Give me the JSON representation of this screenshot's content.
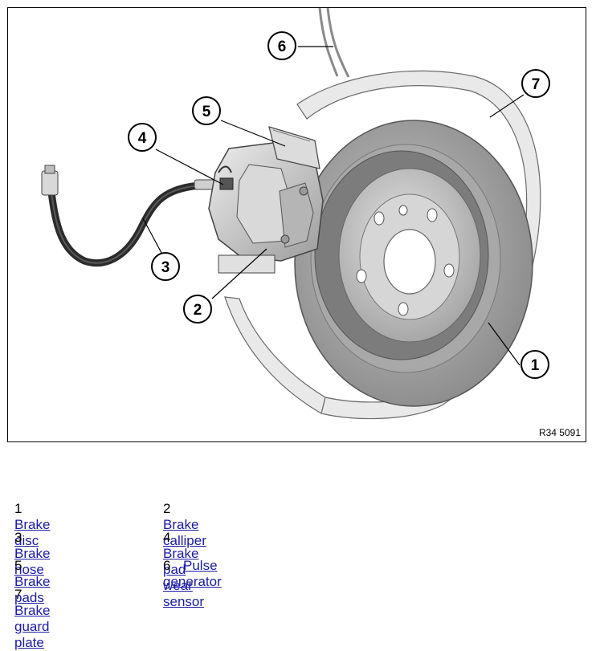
{
  "figure": {
    "code": "R34 5091",
    "callouts": [
      {
        "num": "1",
        "target": "Brake disc"
      },
      {
        "num": "2",
        "target": "Brake calliper"
      },
      {
        "num": "3",
        "target": "Brake hose"
      },
      {
        "num": "4",
        "target": "Brake pad wear sensor"
      },
      {
        "num": "5",
        "target": "Brake pads"
      },
      {
        "num": "6",
        "target": "Pulse generator"
      },
      {
        "num": "7",
        "target": "Brake guard plate"
      }
    ]
  },
  "legend": [
    {
      "num": "1",
      "label": "Brake disc"
    },
    {
      "num": "2",
      "label": "Brake calliper"
    },
    {
      "num": "3",
      "label": "Brake hose"
    },
    {
      "num": "4",
      "label": "Brake pad wear sensor"
    },
    {
      "num": "5",
      "label": "Brake pads"
    },
    {
      "num": "6",
      "label": "Pulse generator"
    },
    {
      "num": "7",
      "label": "Brake guard plate"
    }
  ],
  "colors": {
    "link": "#1a1aa6",
    "disc": "#9a9a9a",
    "caliper": "#cfcfcf",
    "hose": "#2b2b2b"
  }
}
